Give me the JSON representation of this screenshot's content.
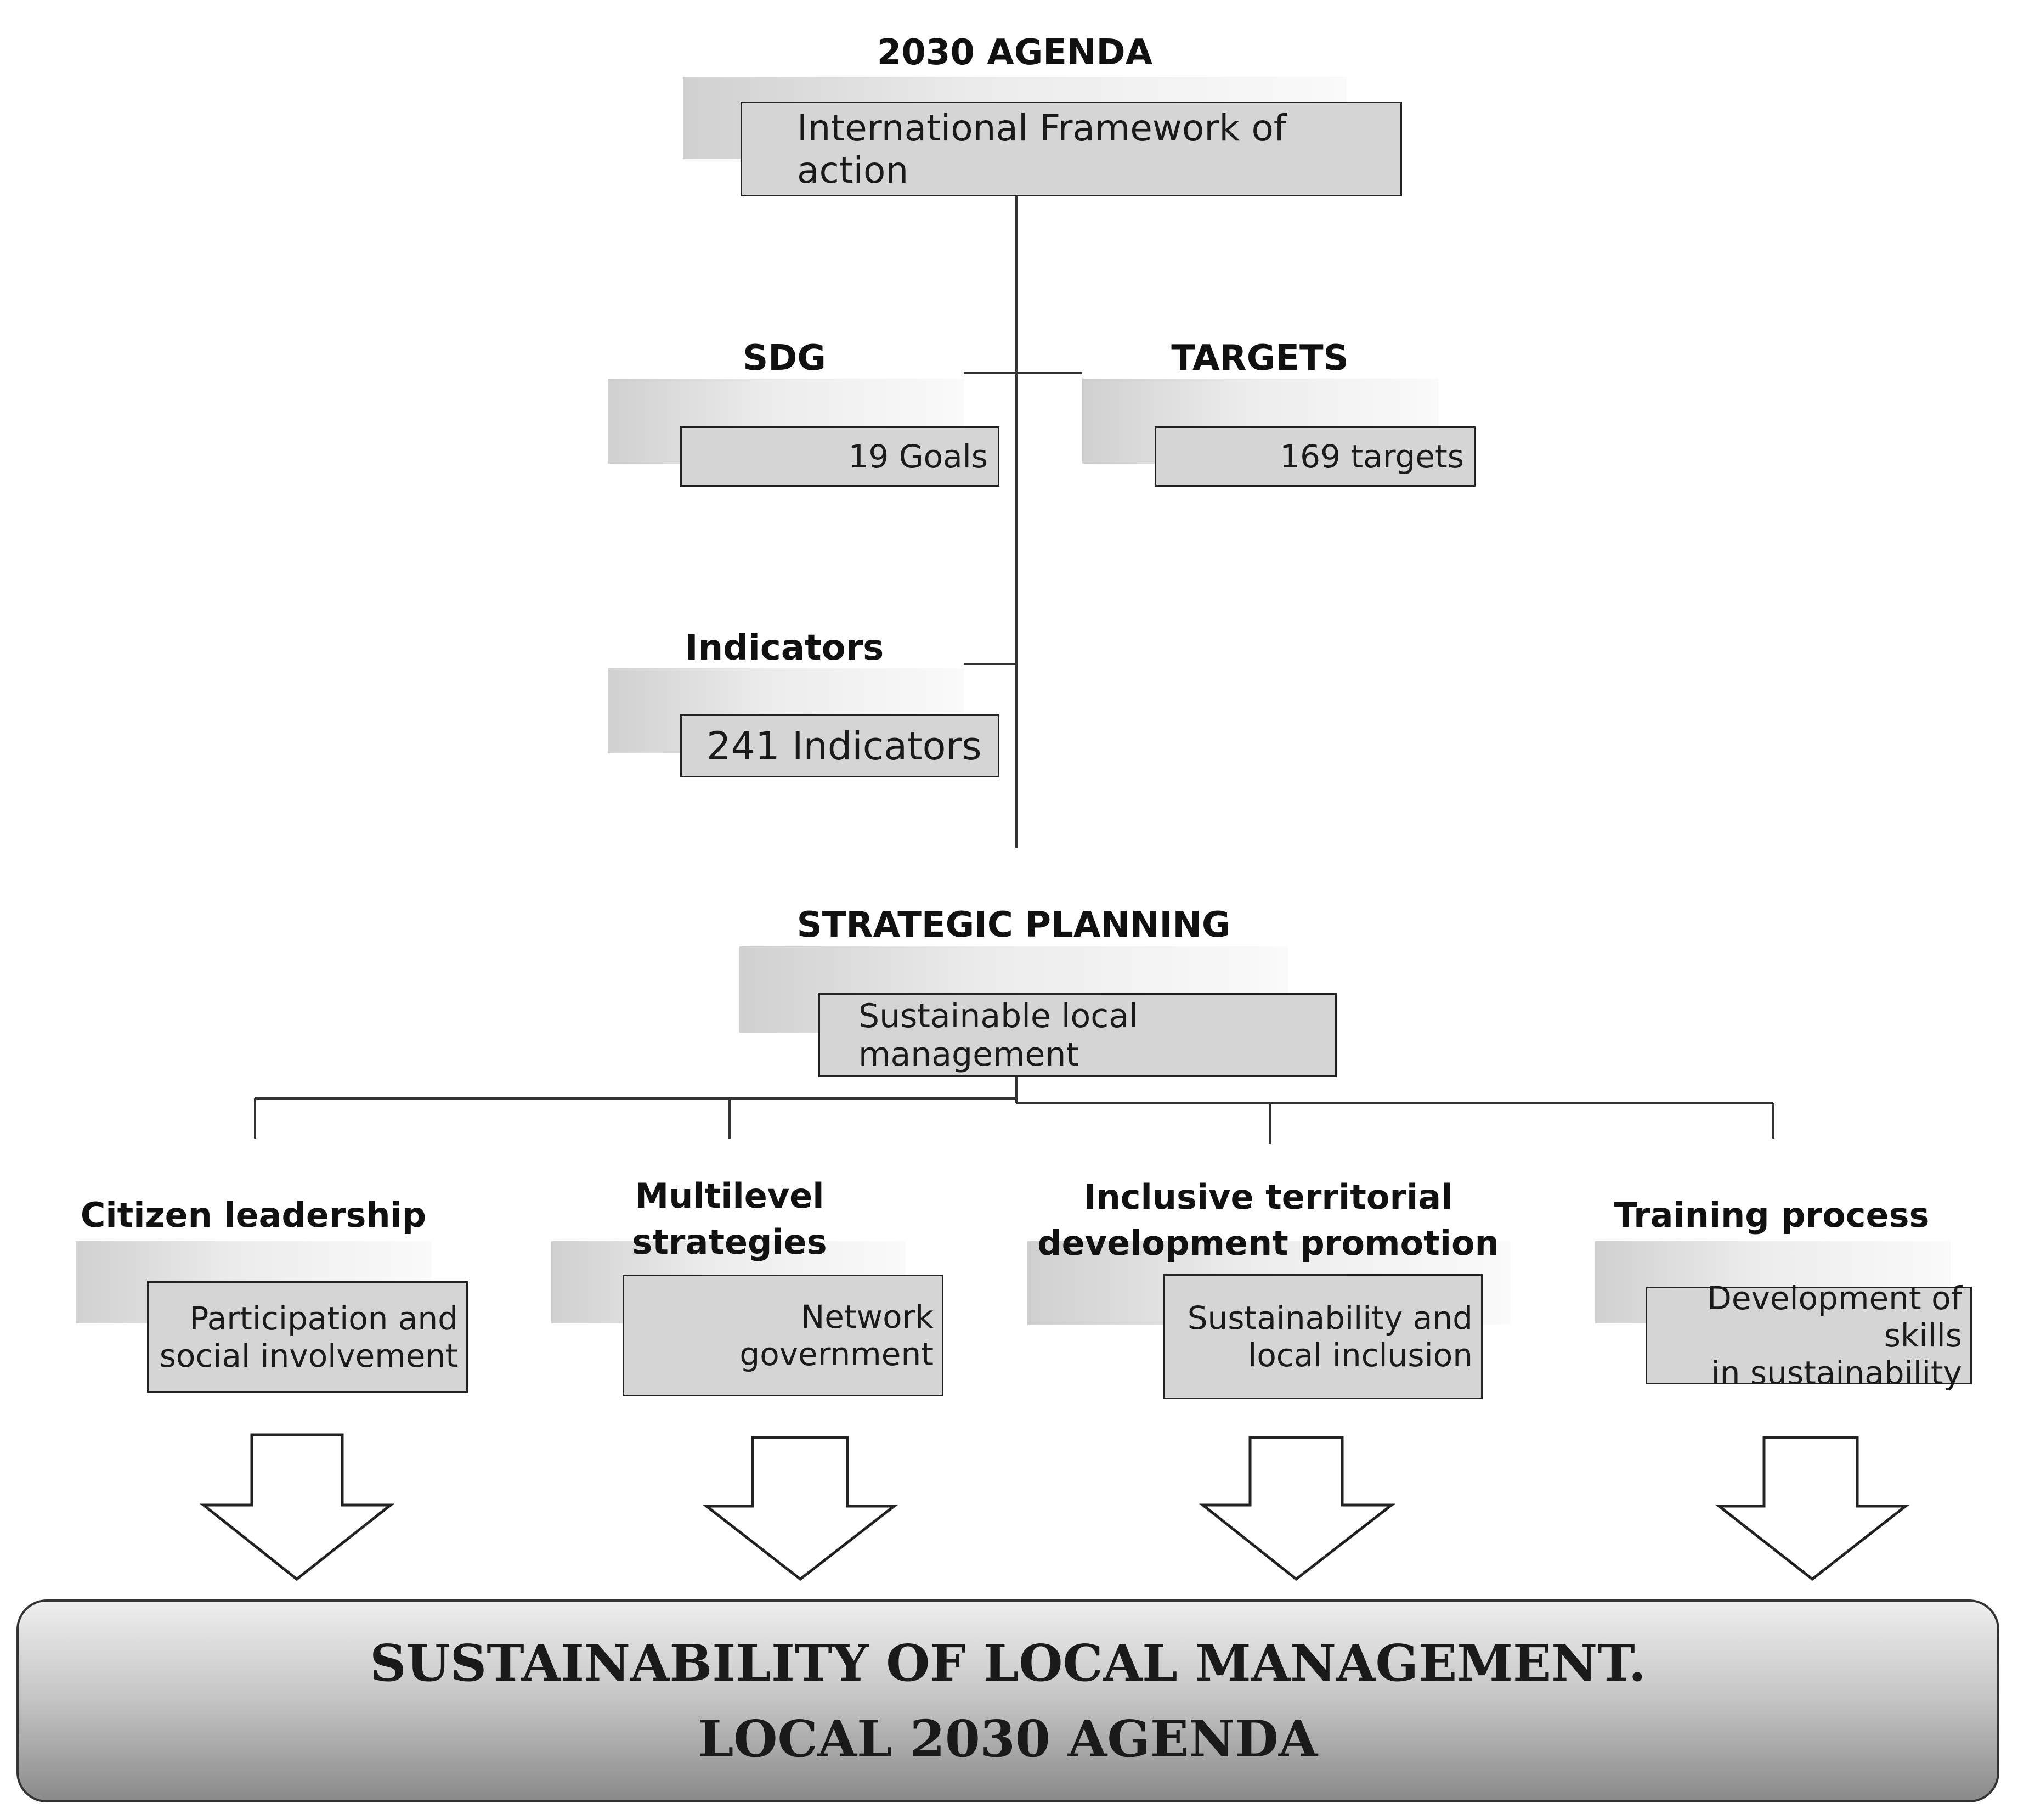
{
  "agenda": {
    "title": "2030 AGENDA",
    "box": "International Framework of action"
  },
  "sdg": {
    "title": "SDG",
    "box": "19 Goals"
  },
  "targets": {
    "title": "TARGETS",
    "box": "169 targets"
  },
  "indicators": {
    "title": "Indicators",
    "box": "241  Indicators"
  },
  "strategic": {
    "title": "STRATEGIC PLANNING",
    "box": "Sustainable local management"
  },
  "pillars": [
    {
      "title": "Citizen leadership",
      "box": "Participation and\nsocial involvement"
    },
    {
      "title": "Multilevel\nstrategies",
      "box": "Network\ngovernment"
    },
    {
      "title": "Inclusive territorial\ndevelopment promotion",
      "box": "Sustainability and\nlocal inclusion"
    },
    {
      "title": "Training process",
      "box": "Development of skills\nin sustainability"
    }
  ],
  "result": {
    "text": "SUSTAINABILITY OF LOCAL MANAGEMENT.\nLOCAL 2030 AGENDA"
  }
}
